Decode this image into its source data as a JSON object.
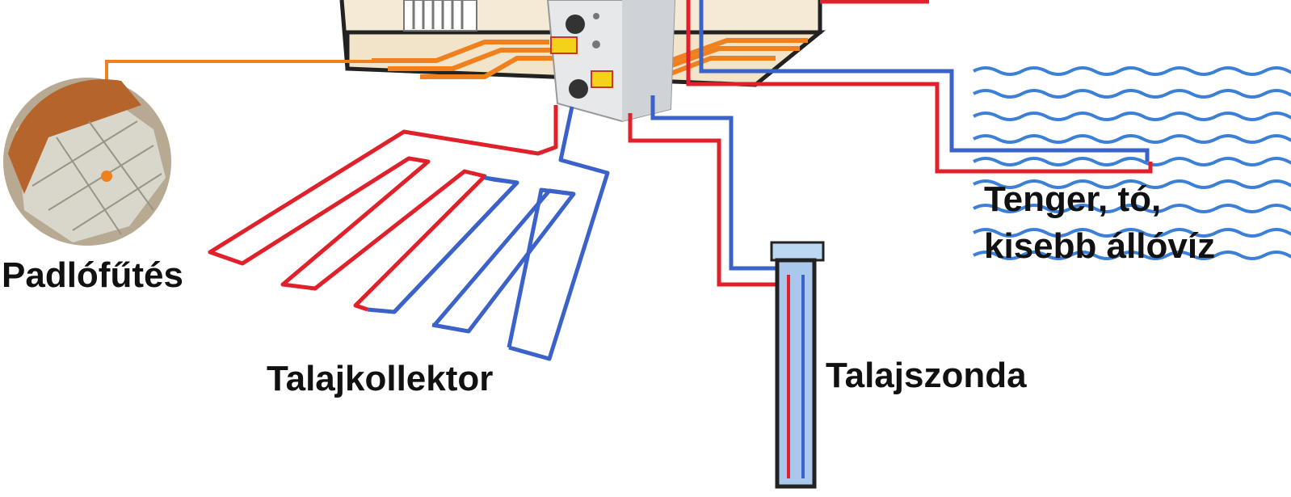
{
  "labels": {
    "floor_heating": "Padlófűtés",
    "ground_collector": "Talajkollektor",
    "ground_probe": "Talajszonda",
    "water_line1": "Tenger, tó,",
    "water_line2": "kisebb állóvíz"
  },
  "colors": {
    "hot_pipe": "#e0202a",
    "cold_pipe": "#3b62c8",
    "floor_pipe": "#f0801e",
    "water": "#3b7fd6",
    "room_wall": "#f4ead6",
    "room_floor": "#e8dcc0",
    "heat_pump_body": "#e6e8ea",
    "probe_fill": "#a9c8ec",
    "text": "#111111"
  }
}
